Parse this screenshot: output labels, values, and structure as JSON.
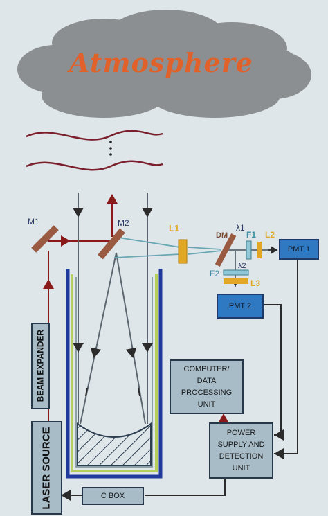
{
  "title": "Atmosphere",
  "components": {
    "m1": "M1",
    "m2": "M2",
    "l1": "L1",
    "dm": "DM",
    "lambda1": "λ1",
    "lambda2": "λ2",
    "f1": "F1",
    "l2": "L2",
    "f2": "F2",
    "l3": "L3",
    "pmt1": "PMT 1",
    "pmt2": "PMT 2",
    "computer": "COMPUTER/ DATA PROCESSING UNIT",
    "power": "POWER SUPPLY AND DETECTION UNIT",
    "cbox": "C BOX",
    "beam_expander": "BEAM EXPANDER",
    "laser_source": "LASER SOURCE"
  },
  "colors": {
    "cloud": "#8c8f92",
    "title": "#e0622a",
    "beam": "#8a1a1a",
    "mirror": "#9a5a42",
    "lens": "#e2a724",
    "filter": "#8fc7d6",
    "box_fill": "#a8bcc8",
    "pmt_fill": "#2f78c2",
    "telescope_outer": "#1f3a9a",
    "telescope_inner": "#b6cf5a"
  }
}
